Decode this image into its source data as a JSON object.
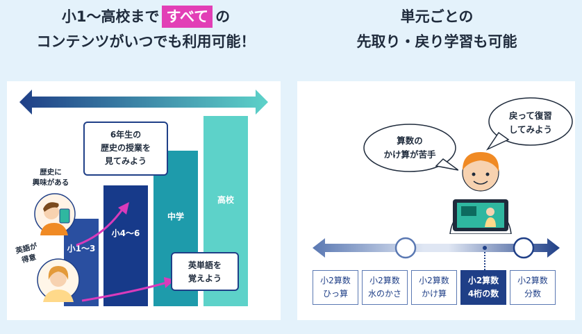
{
  "left_heading": {
    "line1_prefix": "小1〜高校まで",
    "line1_highlight": "すべて",
    "line1_suffix": "の",
    "line2": "コンテンツがいつでも利用可能！"
  },
  "right_heading": {
    "line1": "単元ごとの",
    "line2": "先取り・戻り学習も可能"
  },
  "left_panel": {
    "grades": [
      {
        "label": "小1〜3"
      },
      {
        "label": "小4〜6"
      },
      {
        "label": "中学"
      },
      {
        "label": "高校"
      }
    ],
    "callout_history": {
      "line1": "6年生の",
      "line2": "歴史の授業を",
      "line3": "見てみよう"
    },
    "callout_english": {
      "line1": "英単語を",
      "line2": "覚えよう"
    },
    "kid1_caption": {
      "line1": "歴史に",
      "line2": "興味がある"
    },
    "kid2_caption": {
      "line1": "英語が",
      "line2": "得意"
    },
    "colors": {
      "low": "#2a4fa0",
      "mid": "#173a8a",
      "jhs": "#1e9bab",
      "hs": "#5dd2c9",
      "accent": "#d93bbb"
    }
  },
  "right_panel": {
    "bubble_left": {
      "line1": "算数の",
      "line2": "かけ算が苦手"
    },
    "bubble_right": {
      "line1": "戻って復習",
      "line2": "してみよう"
    },
    "units": [
      {
        "line1": "小2算数",
        "line2": "ひっ算",
        "active": false
      },
      {
        "line1": "小2算数",
        "line2": "水のかさ",
        "active": false
      },
      {
        "line1": "小2算数",
        "line2": "かけ算",
        "active": false
      },
      {
        "line1": "小2算数",
        "line2": "4桁の数",
        "active": true
      },
      {
        "line1": "小2算数",
        "line2": "分数",
        "active": false
      }
    ]
  }
}
